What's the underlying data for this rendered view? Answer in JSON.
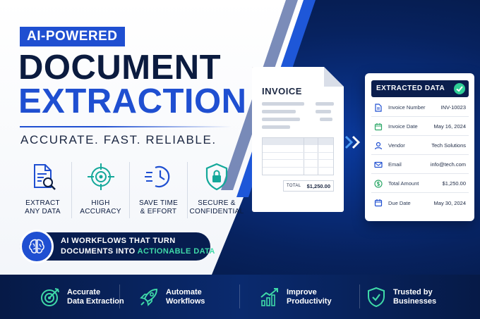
{
  "hero": {
    "badge": "AI-POWERED",
    "title_line1": "DOCUMENT",
    "title_line2": "EXTRACTION",
    "tagline": "ACCURATE. FAST. RELIABLE."
  },
  "features": [
    {
      "icon": "document-search-icon",
      "line1": "EXTRACT",
      "line2": "ANY DATA"
    },
    {
      "icon": "crosshair-target-icon",
      "line1": "HIGH",
      "line2": "ACCURACY"
    },
    {
      "icon": "fast-clock-icon",
      "line1": "SAVE TIME",
      "line2": "& EFFORT"
    },
    {
      "icon": "shield-lock-icon",
      "line1": "SECURE &",
      "line2": "CONFIDENTIAL"
    }
  ],
  "pill": {
    "icon": "brain-icon",
    "line1": "AI WORKFLOWS THAT TURN",
    "line2_prefix": "DOCUMENTS INTO ",
    "line2_highlight": "ACTIONABLE DATA"
  },
  "invoice": {
    "title": "INVOICE",
    "total_label": "TOTAL",
    "total_value": "$1,250.00"
  },
  "extracted": {
    "title": "EXTRACTED DATA",
    "rows": [
      {
        "icon": "document-icon",
        "label": "Invoice Number",
        "value": "INV-10023"
      },
      {
        "icon": "calendar-icon",
        "label": "Invoice Date",
        "value": "May 16, 2024"
      },
      {
        "icon": "user-icon",
        "label": "Vendor",
        "value": "Tech Solutions"
      },
      {
        "icon": "mail-icon",
        "label": "Email",
        "value": "info@tech.com"
      },
      {
        "icon": "dollar-icon",
        "label": "Total Amount",
        "value": "$1,250.00"
      },
      {
        "icon": "calendar-icon",
        "label": "Due Date",
        "value": "May 30, 2024"
      }
    ]
  },
  "benefits": [
    {
      "icon": "target-icon",
      "line1": "Accurate",
      "line2": "Data Extraction"
    },
    {
      "icon": "rocket-icon",
      "line1": "Automate",
      "line2": "Workflows"
    },
    {
      "icon": "growth-chart-icon",
      "line1": "Improve",
      "line2": "Productivity"
    },
    {
      "icon": "shield-check-icon",
      "line1": "Trusted by",
      "line2": "Businesses"
    }
  ],
  "colors": {
    "brand_blue": "#1f4fd1",
    "navy": "#0b1b3f",
    "teal": "#14a89a",
    "green": "#2fcf96"
  }
}
